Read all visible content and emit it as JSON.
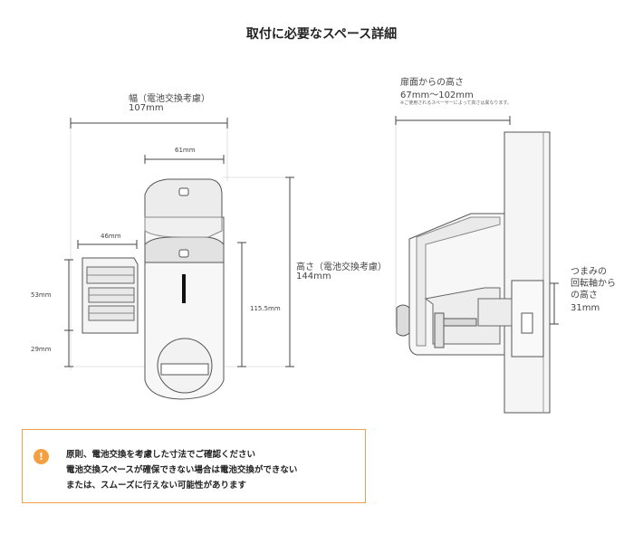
{
  "title": "取付に必要なスペース詳細",
  "front_view": {
    "width_label": "幅（電池交換考慮）",
    "width_value": "107mm",
    "cover_width": "61mm",
    "battery_width": "46mm",
    "height_label": "高さ（電池交換考慮）",
    "height_value": "144mm",
    "body_height": "115.5mm",
    "battery_height_upper": "53mm",
    "battery_height_lower": "29mm"
  },
  "side_view": {
    "depth_label": "扉面からの高さ",
    "depth_value": "67mm〜102mm",
    "depth_note": "※ご使用されるスペーサーによって高さは異なります。",
    "knob_label_line1": "つまみの",
    "knob_label_line2": "回転軸から",
    "knob_label_line3": "の高さ",
    "knob_value": "31mm"
  },
  "notice": {
    "icon": "!",
    "line1": "原則、電池交換を考慮した寸法でご確認ください",
    "line2": "電池交換スペースが確保できない場合は電池交換ができない",
    "line3": "または、スムーズに行えない可能性があります",
    "accent_color": "#f5a040"
  }
}
